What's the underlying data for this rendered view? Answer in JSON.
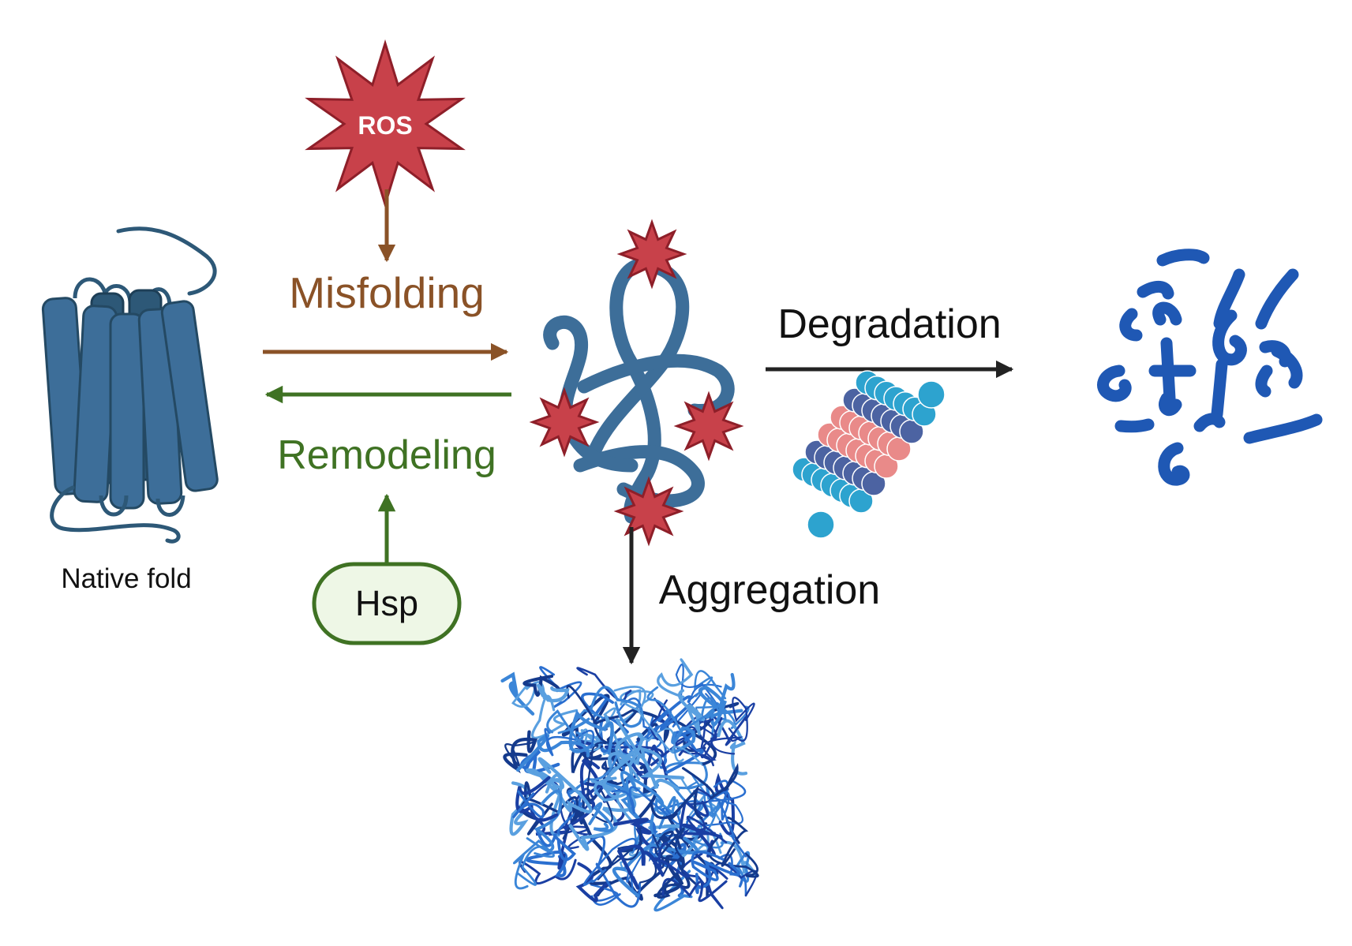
{
  "labels": {
    "ros": "ROS",
    "misfolding": "Misfolding",
    "remodeling": "Remodeling",
    "hsp": "Hsp",
    "native_fold": "Native fold",
    "degradation": "Degradation",
    "aggregation": "Aggregation"
  },
  "colors": {
    "ros_fill": "#c8414a",
    "ros_stroke": "#8e1f29",
    "misfolding": "#8a5227",
    "remodeling": "#3f7223",
    "hsp_fill": "#eef7e6",
    "hsp_stroke": "#3f7223",
    "protein": "#3d6e99",
    "protein_dark": "#2d5877",
    "arrow_dark": "#222222",
    "fragment": "#1f58b4",
    "proteasome_cyan": "#2da3cf",
    "proteasome_navy": "#4c63a2",
    "proteasome_pink": "#e98a89",
    "aggregate_dark": "#1a3fa3",
    "aggregate_mid": "#2a6fd0",
    "aggregate_light": "#5aa0e0"
  },
  "icons": {
    "native_protein": "transmembrane-helix-bundle-icon",
    "ros": "starburst-icon",
    "misfolded_protein": "tangled-chain-icon",
    "proteasome": "proteasome-icon",
    "fragments": "peptide-fragments-icon",
    "aggregate": "tangled-fiber-aggregate-icon"
  }
}
